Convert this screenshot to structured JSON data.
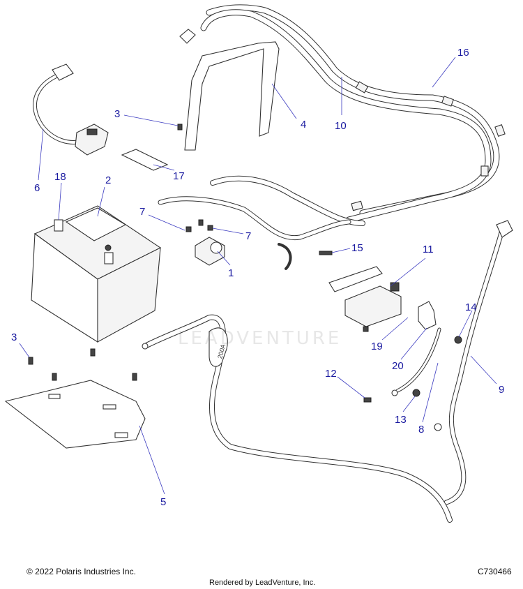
{
  "callouts": [
    {
      "id": "1",
      "label": "1"
    },
    {
      "id": "2",
      "label": "2"
    },
    {
      "id": "3a",
      "label": "3"
    },
    {
      "id": "3b",
      "label": "3"
    },
    {
      "id": "4",
      "label": "4"
    },
    {
      "id": "5",
      "label": "5"
    },
    {
      "id": "6",
      "label": "6"
    },
    {
      "id": "7a",
      "label": "7"
    },
    {
      "id": "7b",
      "label": "7"
    },
    {
      "id": "8",
      "label": "8"
    },
    {
      "id": "9",
      "label": "9"
    },
    {
      "id": "10",
      "label": "10"
    },
    {
      "id": "11",
      "label": "11"
    },
    {
      "id": "12",
      "label": "12"
    },
    {
      "id": "13",
      "label": "13"
    },
    {
      "id": "14",
      "label": "14"
    },
    {
      "id": "15",
      "label": "15"
    },
    {
      "id": "16",
      "label": "16"
    },
    {
      "id": "17",
      "label": "17"
    },
    {
      "id": "18",
      "label": "18"
    },
    {
      "id": "19",
      "label": "19"
    },
    {
      "id": "20",
      "label": "20"
    }
  ],
  "fuse_label": "200A",
  "watermark": "LEADVENTURE",
  "footer": {
    "copyright": "© 2022 Polaris Industries Inc.",
    "drawing_id": "C730466",
    "rendered_by": "Rendered by LeadVenture, Inc."
  },
  "colors": {
    "callout": "#1a1aa0",
    "line": "#333333"
  }
}
